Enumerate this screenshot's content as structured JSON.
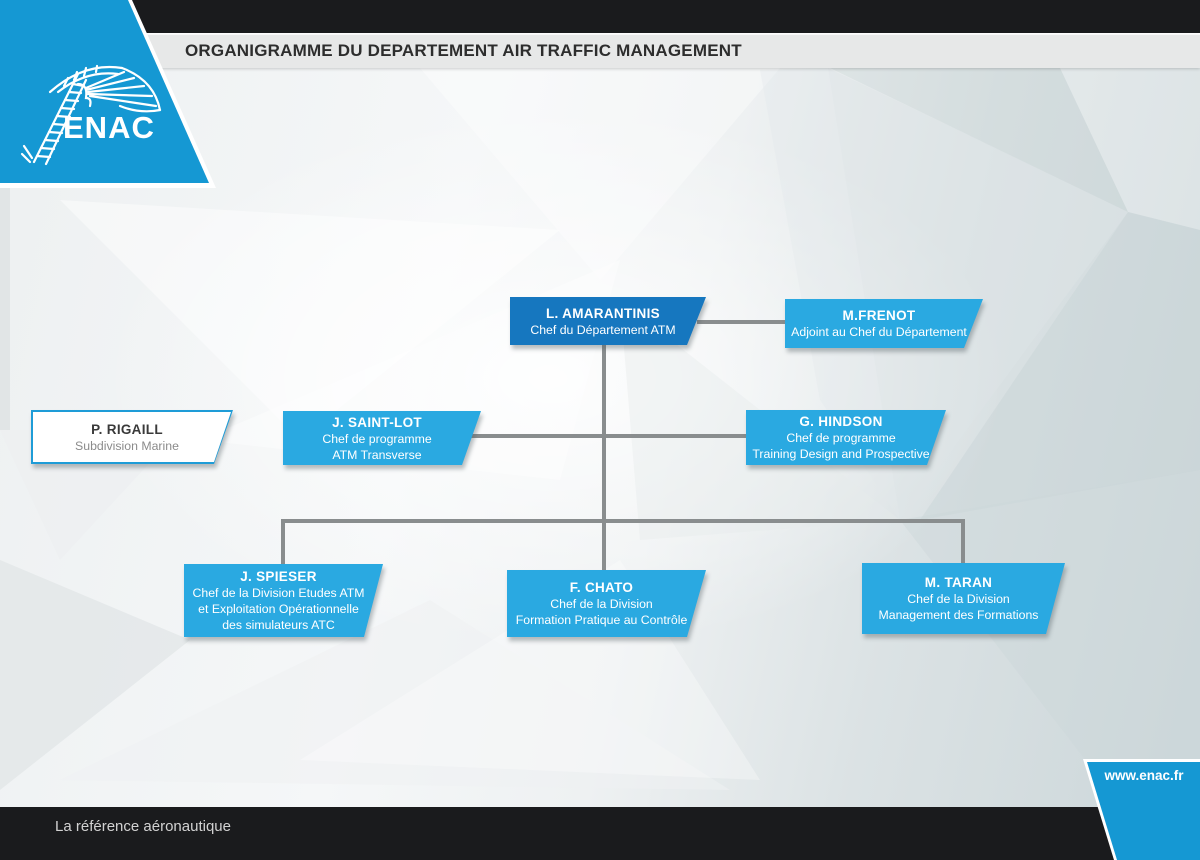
{
  "header": {
    "title": "ORGANIGRAMME DU DEPARTEMENT AIR TRAFFIC MANAGEMENT",
    "logo_text": "ENAC"
  },
  "footer": {
    "tagline": "La référence aéronautique",
    "website": "www.enac.fr"
  },
  "colors": {
    "brand_blue": "#1598d3",
    "box_light_blue": "#2aa9e1",
    "box_dark_blue": "#1677bf",
    "outline_border_blue": "#1e9cd7",
    "connector_gray": "#898d8e",
    "bar_dark": "#1a1b1d",
    "titlebar_gray": "#e7e8e8"
  },
  "org_chart": {
    "type": "org-tree",
    "nodes": [
      {
        "id": "amarantinis",
        "name": "L. AMARANTINIS",
        "roles": [
          "Chef du Département ATM"
        ],
        "variant": "dark",
        "level": 1
      },
      {
        "id": "frenot",
        "name": "M.FRENOT",
        "roles": [
          "Adjoint au Chef du Département"
        ],
        "variant": "light",
        "level": 1,
        "linked_to": "amarantinis"
      },
      {
        "id": "rigaill",
        "name": "P. RIGAILL",
        "roles": [
          "Subdivision Marine"
        ],
        "variant": "outline",
        "level": 2,
        "linked_to": null
      },
      {
        "id": "saintlot",
        "name": "J. SAINT-LOT",
        "roles": [
          "Chef de programme",
          "ATM Transverse"
        ],
        "variant": "light",
        "level": 2,
        "linked_to": "amarantinis"
      },
      {
        "id": "hindson",
        "name": "G. HINDSON",
        "roles": [
          "Chef de programme",
          "Training Design and Prospective"
        ],
        "variant": "light",
        "level": 2,
        "linked_to": "amarantinis"
      },
      {
        "id": "spieser",
        "name": "J. SPIESER",
        "roles": [
          "Chef de la Division Etudes ATM",
          "et Exploitation Opérationnelle",
          "des simulateurs ATC"
        ],
        "variant": "light",
        "level": 3,
        "linked_to": "amarantinis"
      },
      {
        "id": "chato",
        "name": "F. CHATO",
        "roles": [
          "Chef de la Division",
          "Formation Pratique au Contrôle"
        ],
        "variant": "light",
        "level": 3,
        "linked_to": "amarantinis"
      },
      {
        "id": "taran",
        "name": "M. TARAN",
        "roles": [
          "Chef de la Division",
          "Management des Formations"
        ],
        "variant": "light",
        "level": 3,
        "linked_to": "amarantinis"
      }
    ]
  }
}
